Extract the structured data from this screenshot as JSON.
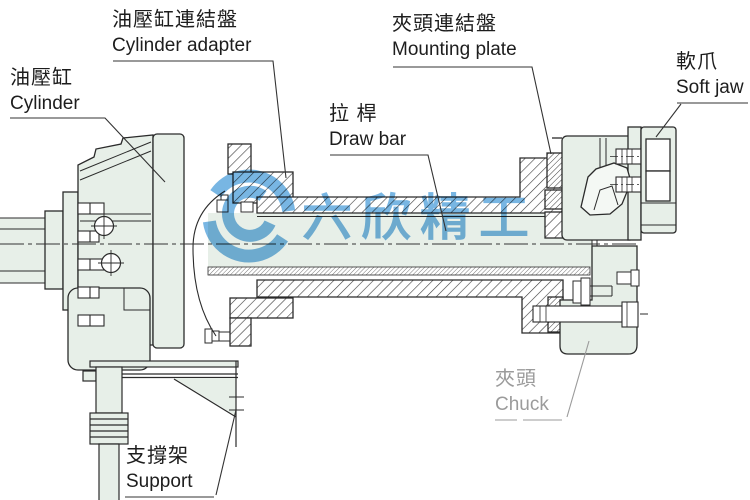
{
  "diagram": {
    "labels": {
      "cylinder": {
        "zh": "油壓缸",
        "en": "Cylinder"
      },
      "cylinder_adapter": {
        "zh": "油壓缸連結盤",
        "en": "Cylinder adapter"
      },
      "draw_bar": {
        "zh": "拉 桿",
        "en": "Draw bar"
      },
      "mounting_plate": {
        "zh": "夾頭連結盤",
        "en": "Mounting plate"
      },
      "soft_jaw": {
        "zh": "軟爪",
        "en": "Soft jaw"
      },
      "chuck": {
        "zh": "夾頭",
        "en": "Chuck"
      },
      "support": {
        "zh": "支撐架",
        "en": "Support"
      }
    },
    "watermark": {
      "text": "六欣精工"
    },
    "colors": {
      "watermark_blue": "#449ad8",
      "line": "#2b2b2b",
      "fill_tint": "#e7efe8",
      "faded_label": "#9b9b9b"
    }
  }
}
